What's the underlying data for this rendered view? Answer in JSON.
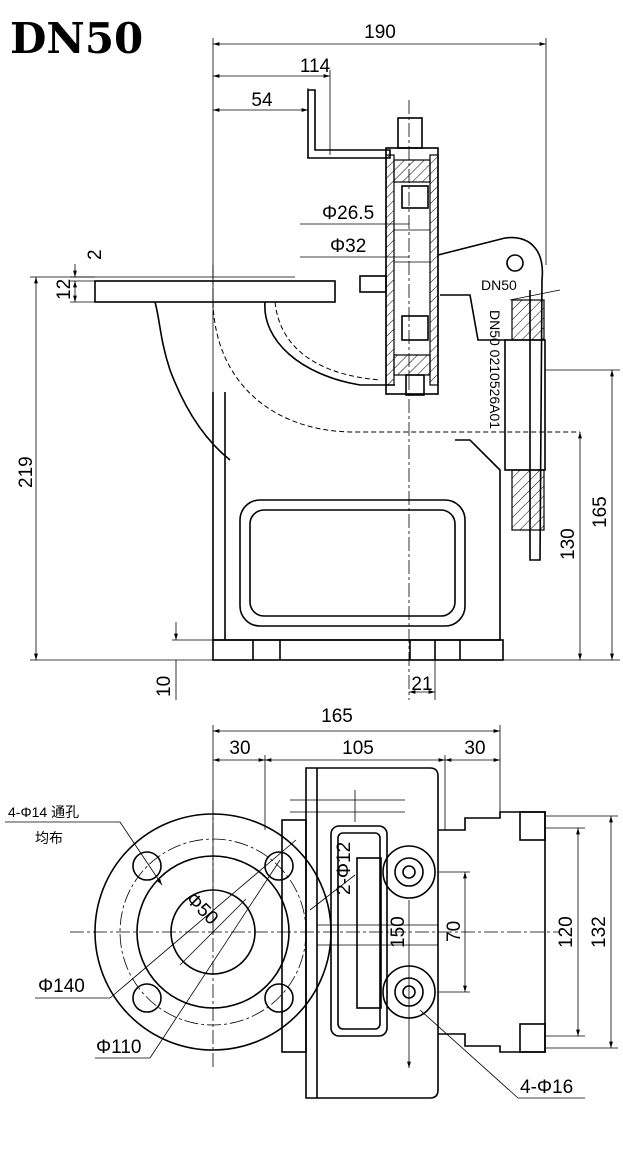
{
  "title": "DN50",
  "part_label": "DN50",
  "part_number": "DN50 0210526A01",
  "side_view": {
    "dim_190": "190",
    "dim_114": "114",
    "dim_54": "54",
    "dim_phi265": "Φ26.5",
    "dim_phi32": "Φ32",
    "dim_2": "2",
    "dim_12": "12",
    "dim_219": "219",
    "dim_165": "165",
    "dim_130": "130",
    "dim_10": "10",
    "dim_21": "21"
  },
  "plan_view": {
    "dim_165": "165",
    "dim_30_left": "30",
    "dim_105": "105",
    "dim_30_right": "30",
    "hole_note_1": "4-Φ14 通孔",
    "hole_note_2": "均布",
    "dim_2phi12": "2-Φ12",
    "dim_phi50": "Φ50",
    "dim_150": "150",
    "dim_70": "70",
    "dim_120": "120",
    "dim_132": "132",
    "dim_phi140": "Φ140",
    "dim_phi110": "Φ110",
    "dim_4phi16": "4-Φ16"
  }
}
